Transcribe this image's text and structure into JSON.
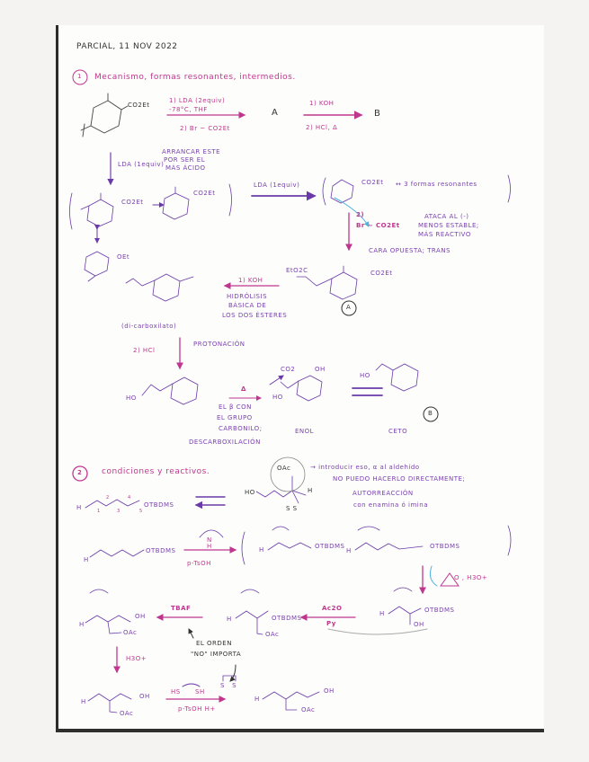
{
  "header": {
    "title": "PARCIAL, 11 NOV 2022"
  },
  "section1": {
    "number": "1",
    "heading": "Mecanismo, formas resonantes, intermedios.",
    "start_group": "CO2Et",
    "step1_reagent_1": "1) LDA (2equiv)",
    "step1_reagent_2": "-78°C, THF",
    "step1_reagent_3": "2) Br ~ CO2Et",
    "product_a": "A",
    "step2_reagent_1": "1) KOH",
    "step2_reagent_2": "2) HCl, Δ",
    "product_b": "B",
    "lda_1equiv": "LDA (1equiv)",
    "note_acid": [
      "ARRANCAR ESTE",
      "POR SER EL",
      "MÁS ÁCIDO"
    ],
    "enolate_group_1": "CO2Et",
    "enolate_group_2": "CO2Et",
    "lda_1equiv_2": "LDA (1equiv)",
    "dianion_group": "CO2Et",
    "resonance_note": "↔ 3 formas resonantes",
    "alkylation_step": "2)",
    "alkylation_reagent": "Br ~ CO2Et",
    "note_attack": [
      "ATACA AL (-)",
      "MENOS ESTABLE;",
      "MÁS REACTIVO"
    ],
    "note_face": "CARA OPUESTA; TRANS",
    "resonance_group": "OEt",
    "a_left_group": "EtO2C",
    "a_right_group": "CO2Et",
    "a_label": "A",
    "koh_step": "1) KOH",
    "note_hydrolysis": [
      "HIDRÓLISIS",
      "BÁSICA DE",
      "LOS DOS ÉSTERES"
    ],
    "dicarboxylate_label": "(di-carboxilato)",
    "hcl_step": "2) HCl",
    "protonation": "PROTONACIÓN",
    "diacid_ho": "HO",
    "heat": "Δ",
    "note_decarb": [
      "EL β CON",
      "EL GRUPO",
      "CARBONILO;",
      "DESCARBOXILACIÓN"
    ],
    "co2": "CO2",
    "enol_oh": "OH",
    "enol_ho": "HO",
    "enol_label": "ENOL",
    "keto_ho": "HO",
    "keto_label": "CETO",
    "b_label": "B"
  },
  "section2": {
    "number": "2",
    "heading": "condiciones y reactivos.",
    "start_h": "H",
    "start_group": "OTBDMS",
    "carbon_numbers": [
      "1",
      "2",
      "3",
      "4",
      "5"
    ],
    "target_ho": "HO",
    "target_oac": "OAc",
    "target_h": "H",
    "target_s": "S   S",
    "note_alpha": "→ introducir eso, α al aldehído",
    "note_direct": "NO PUEDO HACERLO DIRECTAMENTE;",
    "note_self": "AUTORREACCIÓN",
    "note_enamine": "con enamina ó imina",
    "ald_h": "H",
    "ald_group": "OTBDMS",
    "amine_nh": "N\nH",
    "ptsoh": "p-TsOH",
    "enamine_h": "H",
    "enamine_group": "OTBDMS",
    "iminium_h": "H",
    "iminium_group": "OTBDMS",
    "epoxide_reagent": "O , H3O+",
    "alcohol_h": "H",
    "alcohol_oh": "OH",
    "alcohol_oac": "OAc",
    "tbaf": "TBAF",
    "acetate_h": "H",
    "acetate_group": "OTBDMS",
    "acetate_oac": "OAc",
    "ac2o": "Ac2O",
    "py": "Py",
    "iminium2_h": "H",
    "iminium2_group": "OTBDMS",
    "iminium2_oh": "OH",
    "note_order": [
      "EL ORDEN",
      "\"NO\" IMPORTA"
    ],
    "h3o": "H3O+",
    "final_ald_h": "H",
    "final_ald_oh": "OH",
    "final_ald_oac": "OAc",
    "dithiol": "HS      SH",
    "dithiol_cat": "p-TsOH H+",
    "dithiane_s": "S   S",
    "dithiane_h": "H",
    "dithiane_oh": "OH",
    "dithiane_oac": "OAc"
  },
  "colors": {
    "ink_purple": "#6a3aa8",
    "ink_magenta": "#c0368f",
    "ink_pencil": "#333333",
    "ink_cyan": "#4fb3e0"
  }
}
